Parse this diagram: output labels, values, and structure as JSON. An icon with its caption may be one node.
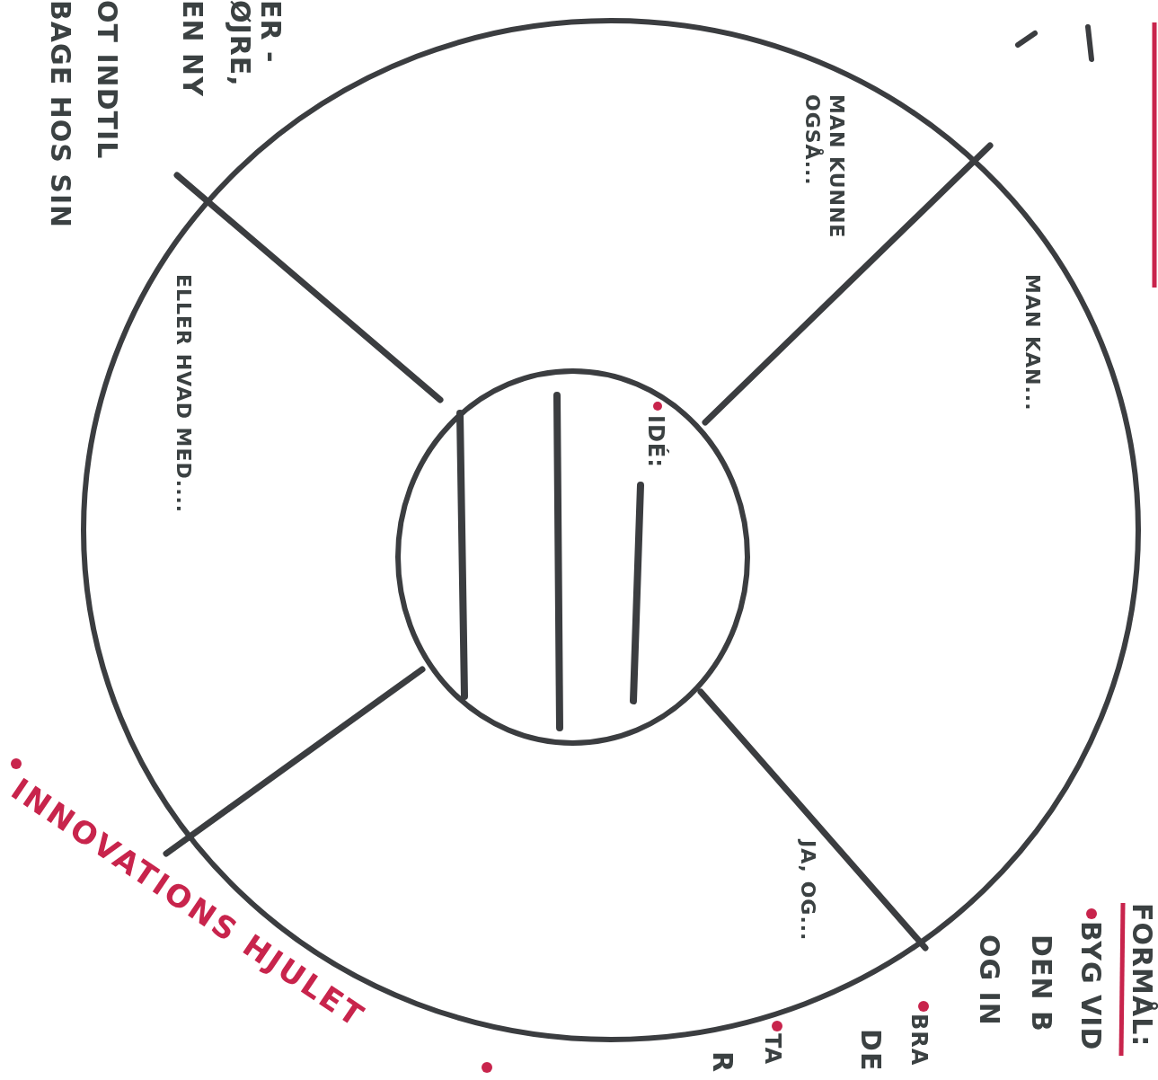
{
  "diagram": {
    "title": "INNOVATIONS HJULET",
    "nodes": [
      {
        "text": [],
        "shape": "circle"
      },
      {
        "text": [
          "IDÉ:"
        ],
        "in": 0
      },
      {
        "text": [
          "MAN KUNNE OGSÅ..."
        ],
        "in": 0
      },
      {
        "text": [
          "MAN KAN..."
        ],
        "in": 0
      },
      {
        "text": [
          "JA, OG..."
        ],
        "in": 0
      },
      {
        "text": [
          "ELLER HVAD MED...."
        ],
        "in": 0
      }
    ],
    "edges": [],
    "labels": [
      "ER -",
      "ØJRE,",
      "EN NY",
      "OT INDTIL",
      "BAGE HOS SIN",
      "FORMÅL:",
      "BYG VID",
      "DEN B",
      "OG IN",
      "BRA",
      "DE",
      "TA",
      "R"
    ]
  }
}
